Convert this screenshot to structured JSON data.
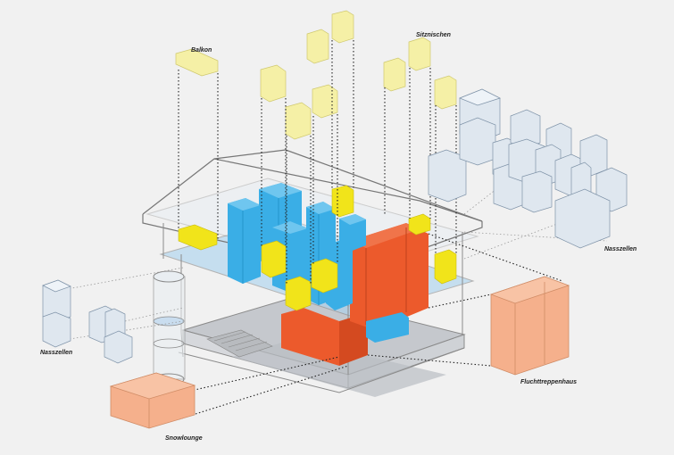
{
  "labels": {
    "balkon": "Balkon",
    "sitznischen": "Sitznischen",
    "nasszellen_right": "Nasszellen",
    "nasszellen_left": "Nasszellen",
    "fluchttreppenhaus": "Fluchttreppenhaus",
    "snowlounge": "Snowlounge"
  },
  "colors": {
    "background": "#f1f1f1",
    "blue": "#3aaee6",
    "blue_light": "#6fc6ef",
    "yellow": "#f1e41a",
    "yellow_light": "#f5f0a6",
    "orange": "#ec5a2c",
    "orange_light": "#f5b08c",
    "gray_slab": "#c5c8cd",
    "pale_blue": "#dfe7ef",
    "outline": "#777777"
  }
}
